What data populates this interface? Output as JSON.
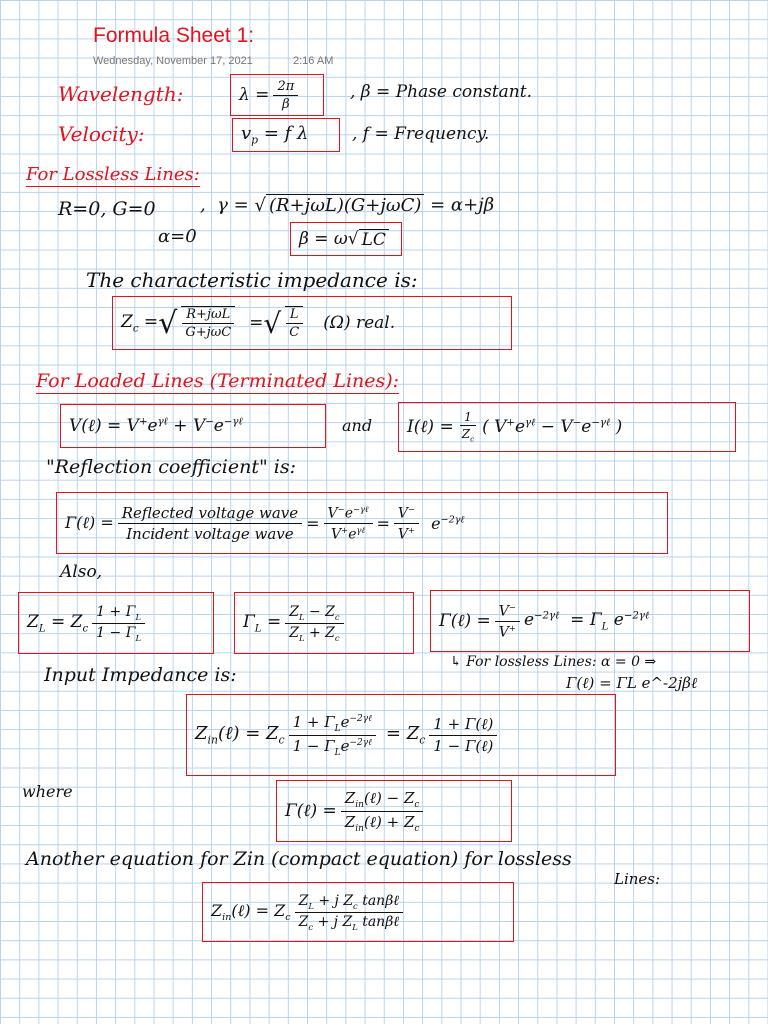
{
  "header": {
    "title": "Formula Sheet 1:",
    "date": "Wednesday, November 17, 2021",
    "time": "2:16 AM"
  },
  "intro": {
    "wavelength_label": "Wavelength:",
    "wavelength_formula": "λ = 2π / β",
    "wavelength_note": ", β = Phase constant.",
    "velocity_label": "Velocity:",
    "velocity_formula": "vp = f λ",
    "velocity_note": ", f = Frequency."
  },
  "lossless": {
    "heading": "For Lossless Lines:",
    "cond1": "R=0, G=0",
    "cond2": "α=0",
    "gamma": ", γ = √((R+jωL)(G+jωC)) = α+jβ",
    "beta": "β = ω√LC",
    "char_text": "The characteristic impedance is:",
    "zc_tail": "(Ω) real."
  },
  "loaded": {
    "heading": "For Loaded Lines (Terminated Lines):",
    "and": "and",
    "refl_text": "\"Reflection coefficient\" is:",
    "refl_num": "Reflected voltage wave",
    "refl_den": "Incident voltage wave",
    "also": "Also,",
    "lossless_note1": "↳ For lossless Lines: α = 0 ⇒",
    "lossless_note2": "Γ(ℓ) = ΓL e^-2jβℓ",
    "input_text": "Input Impedance is:",
    "where": "where",
    "another": "Another equation for Zin (compact equation) for lossless",
    "another2": "Lines:"
  }
}
